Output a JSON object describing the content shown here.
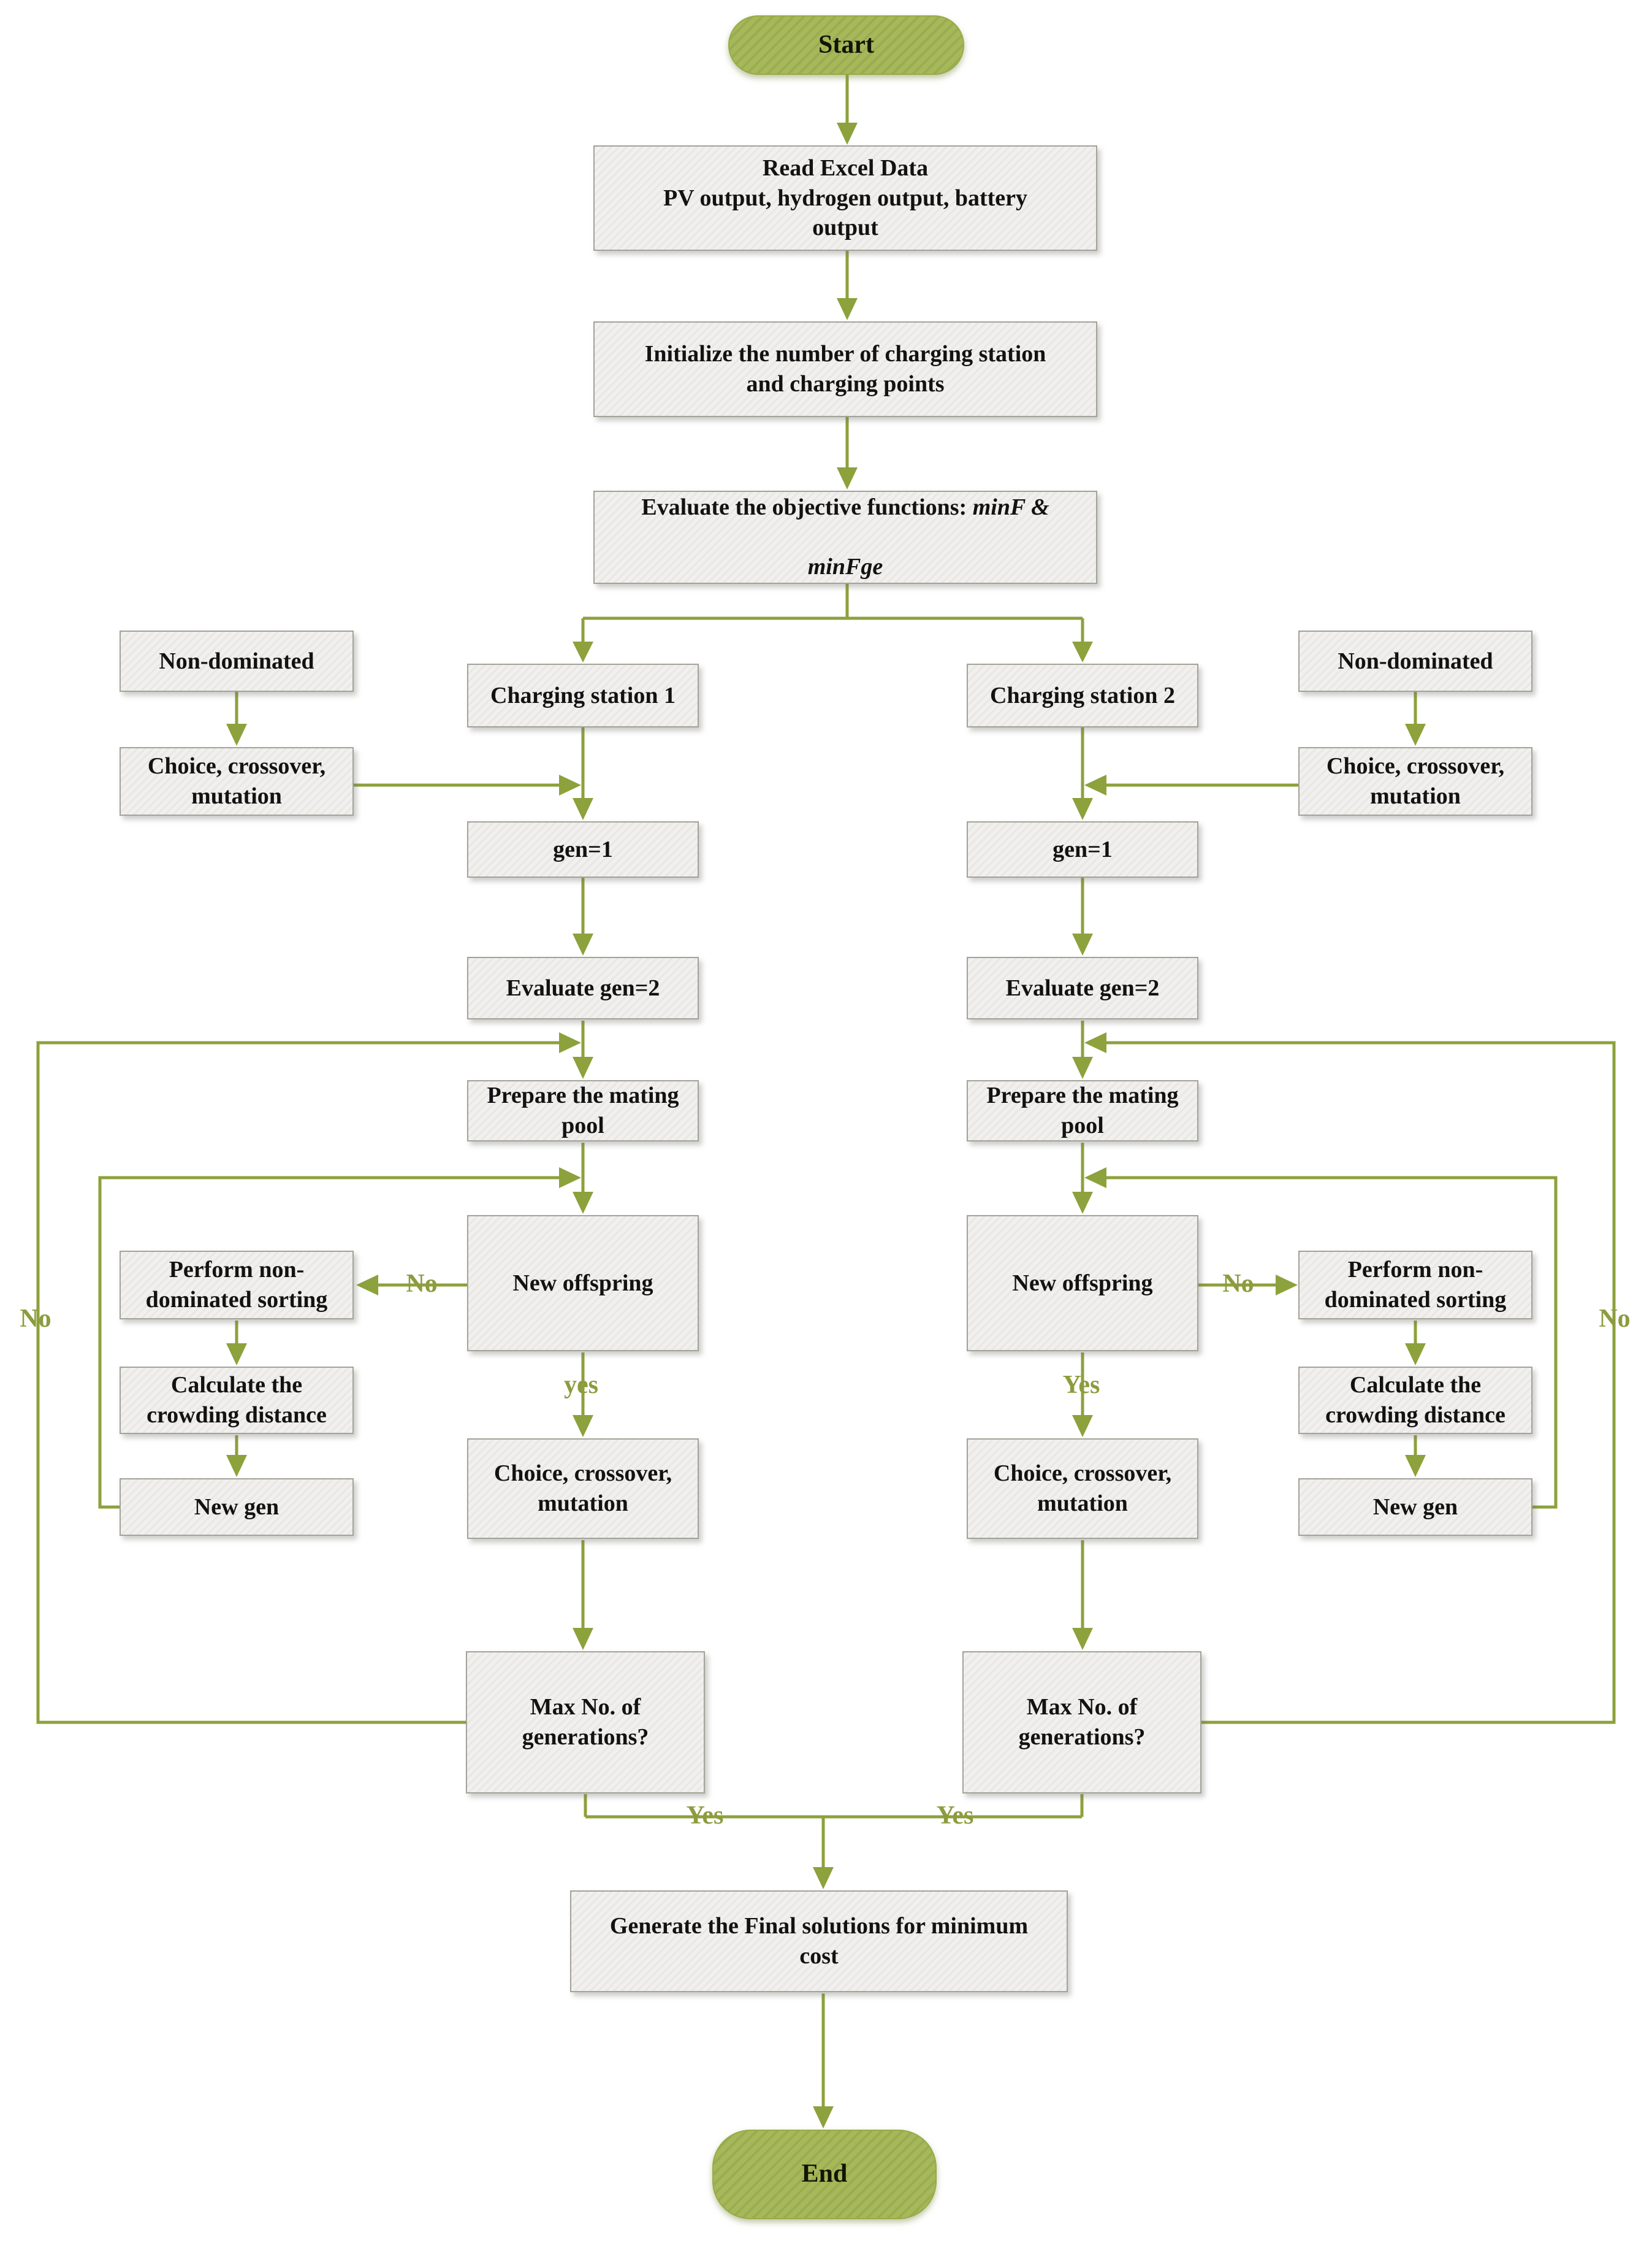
{
  "diagram": {
    "type": "flowchart",
    "accent_color": "#8da13c",
    "box_fill": "#f1f0ee",
    "box_border": "#a3a399",
    "terminal_fill": "#a6b85a",
    "terminal_border": "#97ab45",
    "edge_label_color": "#8c9c3e"
  },
  "nodes": {
    "start": "Start",
    "read_excel": "Read Excel Data\nPV output, hydrogen output, battery\noutput",
    "initialize": "Initialize the number of charging station\nand charging points",
    "evaluate_objective_prefix": "Evaluate the objective functions: ",
    "evaluate_objective_em1": "minF &",
    "evaluate_objective_em2": "minFge",
    "non_dominated_left": "Non-dominated",
    "non_dominated_right": "Non-dominated",
    "choice_outer_left": "Choice, crossover,\nmutation",
    "choice_outer_right": "Choice, crossover,\nmutation",
    "charging_station_1": "Charging station 1",
    "charging_station_2": "Charging station 2",
    "gen1_left": "gen=1",
    "gen1_right": "gen=1",
    "evaluate_gen2_left": "Evaluate gen=2",
    "evaluate_gen2_right": "Evaluate gen=2",
    "prepare_left": "Prepare the mating\npool",
    "prepare_right": "Prepare the mating\npool",
    "new_offspring_left": "New offspring",
    "new_offspring_right": "New offspring",
    "perform_left": "Perform non-\ndominated sorting",
    "perform_right": "Perform non-\ndominated sorting",
    "calc_left": "Calculate the\ncrowding distance",
    "calc_right": "Calculate the\ncrowding distance",
    "new_gen_left": "New gen",
    "new_gen_right": "New gen",
    "choice_mid_left": "Choice, crossover,\nmutation",
    "choice_mid_right": "Choice, crossover,\nmutation",
    "max_gen_left": "Max No. of\ngenerations?",
    "max_gen_right": "Max No. of\ngenerations?",
    "generate_final": "Generate the Final solutions for minimum\ncost",
    "end": "End"
  },
  "edge_labels": {
    "no_outer_left": "No",
    "no_outer_right": "No",
    "no_inner_left": "No",
    "no_inner_right": "No",
    "yes_branch_left": "yes",
    "yes_branch_right": "Yes",
    "yes_join_left": "Yes",
    "yes_join_right": "Yes"
  }
}
